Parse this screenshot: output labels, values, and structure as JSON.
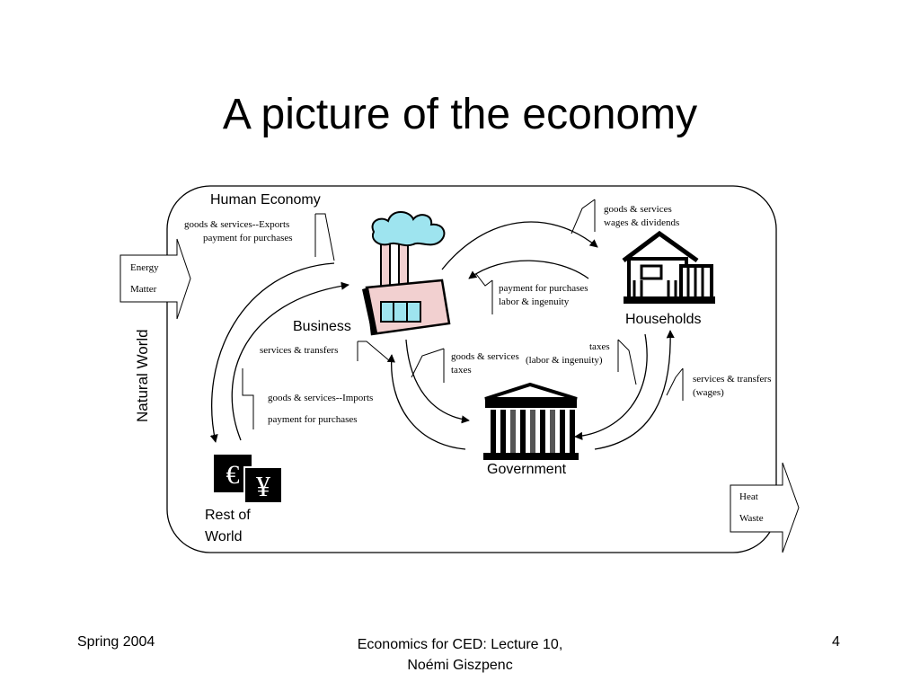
{
  "title": "A picture of the economy",
  "diagram": {
    "human_economy_label": "Human Economy",
    "natural_world_label": "Natural World",
    "inputs": {
      "line1": "Energy",
      "line2": "Matter"
    },
    "outputs": {
      "line1": "Heat",
      "line2": "Waste"
    },
    "nodes": {
      "business": "Business",
      "households": "Households",
      "government": "Government",
      "rest_of_world_line1": "Rest of",
      "rest_of_world_line2": "World",
      "currency_euro": "€",
      "currency_yen": "¥"
    },
    "flows": {
      "exports_line1": "goods & services--Exports",
      "exports_line2": "payment for purchases",
      "hh_income_line1": "goods & services",
      "hh_income_line2": "wages & dividends",
      "hh_spend_line1": "payment for purchases",
      "hh_spend_line2": "labor & ingenuity",
      "services_transfers": "services & transfers",
      "gov_from_business_line1": "goods & services",
      "gov_from_business_line2": "taxes",
      "taxes_line1": "taxes",
      "taxes_line2": "(labor & ingenuity)",
      "gov_to_hh_line1": "services & transfers",
      "gov_to_hh_line2": "(wages)",
      "imports_line1": "goods & services--Imports",
      "imports_line2": "payment for purchases"
    }
  },
  "footer": {
    "left": "Spring 2004",
    "center_line1": "Economics for CED: Lecture 10,",
    "center_line2": "Noémi Giszpenc",
    "page": "4"
  }
}
